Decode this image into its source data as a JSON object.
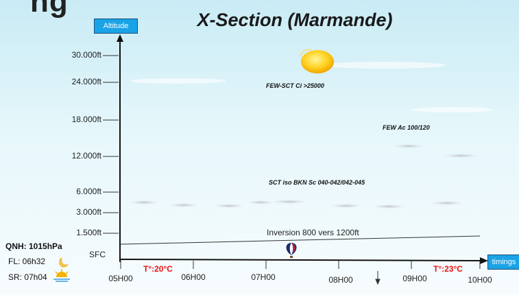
{
  "partial_title": "ng",
  "title": "X-Section (Marmande)",
  "axes": {
    "y_label": "Altitude",
    "x_label": "timings"
  },
  "altitude_ticks": [
    "30.000ft",
    "24.000ft",
    "18.000ft",
    "12.000ft",
    "6.000ft",
    "3.000ft",
    "1.500ft",
    "SFC"
  ],
  "time_ticks": [
    "05H00",
    "06H00",
    "07H00",
    "08H00",
    "09H00",
    "10H00"
  ],
  "cloud_layers": {
    "cirrus": "FEW-SCT Ci >25000",
    "altocumulus": "FEW Ac 100/120",
    "stratocumulus": "SCT iso BKN Sc 040-042/042-045"
  },
  "inversion": "Inversion 800 vers 1200ft",
  "temperatures": {
    "start": "T°:20°C",
    "end": "T°:23°C"
  },
  "info": {
    "qnh": "QNH: 1015hPa",
    "fl": "FL: 06h32",
    "sr": "SR: 07h04"
  },
  "colors": {
    "axis_box": "#1aa3e6",
    "temperature": "#e11111",
    "sun": "#ffc21a"
  }
}
